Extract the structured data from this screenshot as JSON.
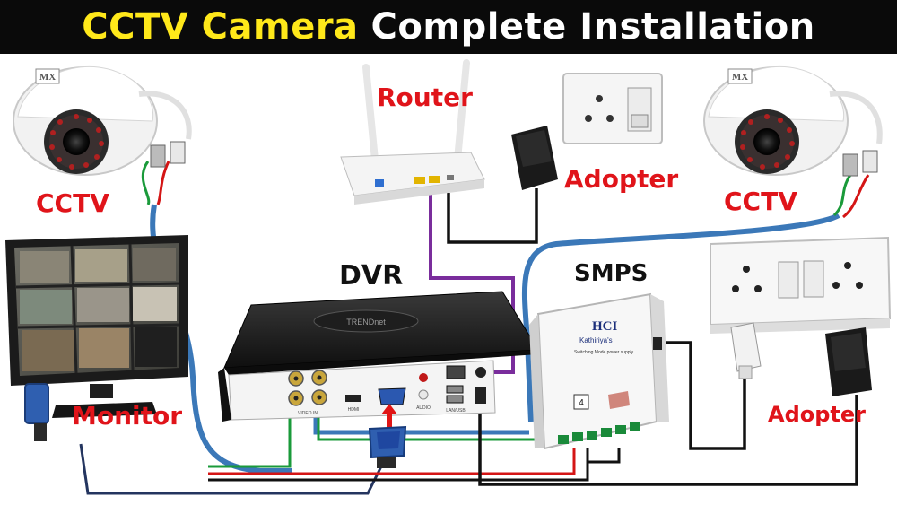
{
  "title": {
    "part1": "CCTV Camera",
    "part2": "Complete Installation"
  },
  "labels": {
    "cctv_left": "CCTV",
    "cctv_right": "CCTV",
    "router": "Router",
    "adopter_top": "Adopter",
    "adopter_bottom": "Adopter",
    "dvr": "DVR",
    "smps": "SMPS",
    "monitor": "Monitor"
  },
  "device_text": {
    "camera_brand": "MX",
    "dvr_brand": "TRENDnet",
    "dvr_port_video": "VIDEO IN",
    "dvr_port_hdmi": "HDMI",
    "dvr_port_audio": "AUDIO",
    "dvr_port_lan": "LAN/USB",
    "smps_brand": "HCI",
    "smps_sub": "Kathiriya's",
    "smps_desc": "Switching Mode power supply",
    "smps_channels": "4"
  },
  "colors": {
    "title_yellow": "#ffe81a",
    "label_red": "#e0141a",
    "cable_blue": "#3b78b8",
    "cable_navy": "#24355f",
    "cable_purple": "#7a2d9c",
    "wire_green": "#1a9a3a",
    "wire_red": "#d41515",
    "wire_black": "#111111"
  }
}
